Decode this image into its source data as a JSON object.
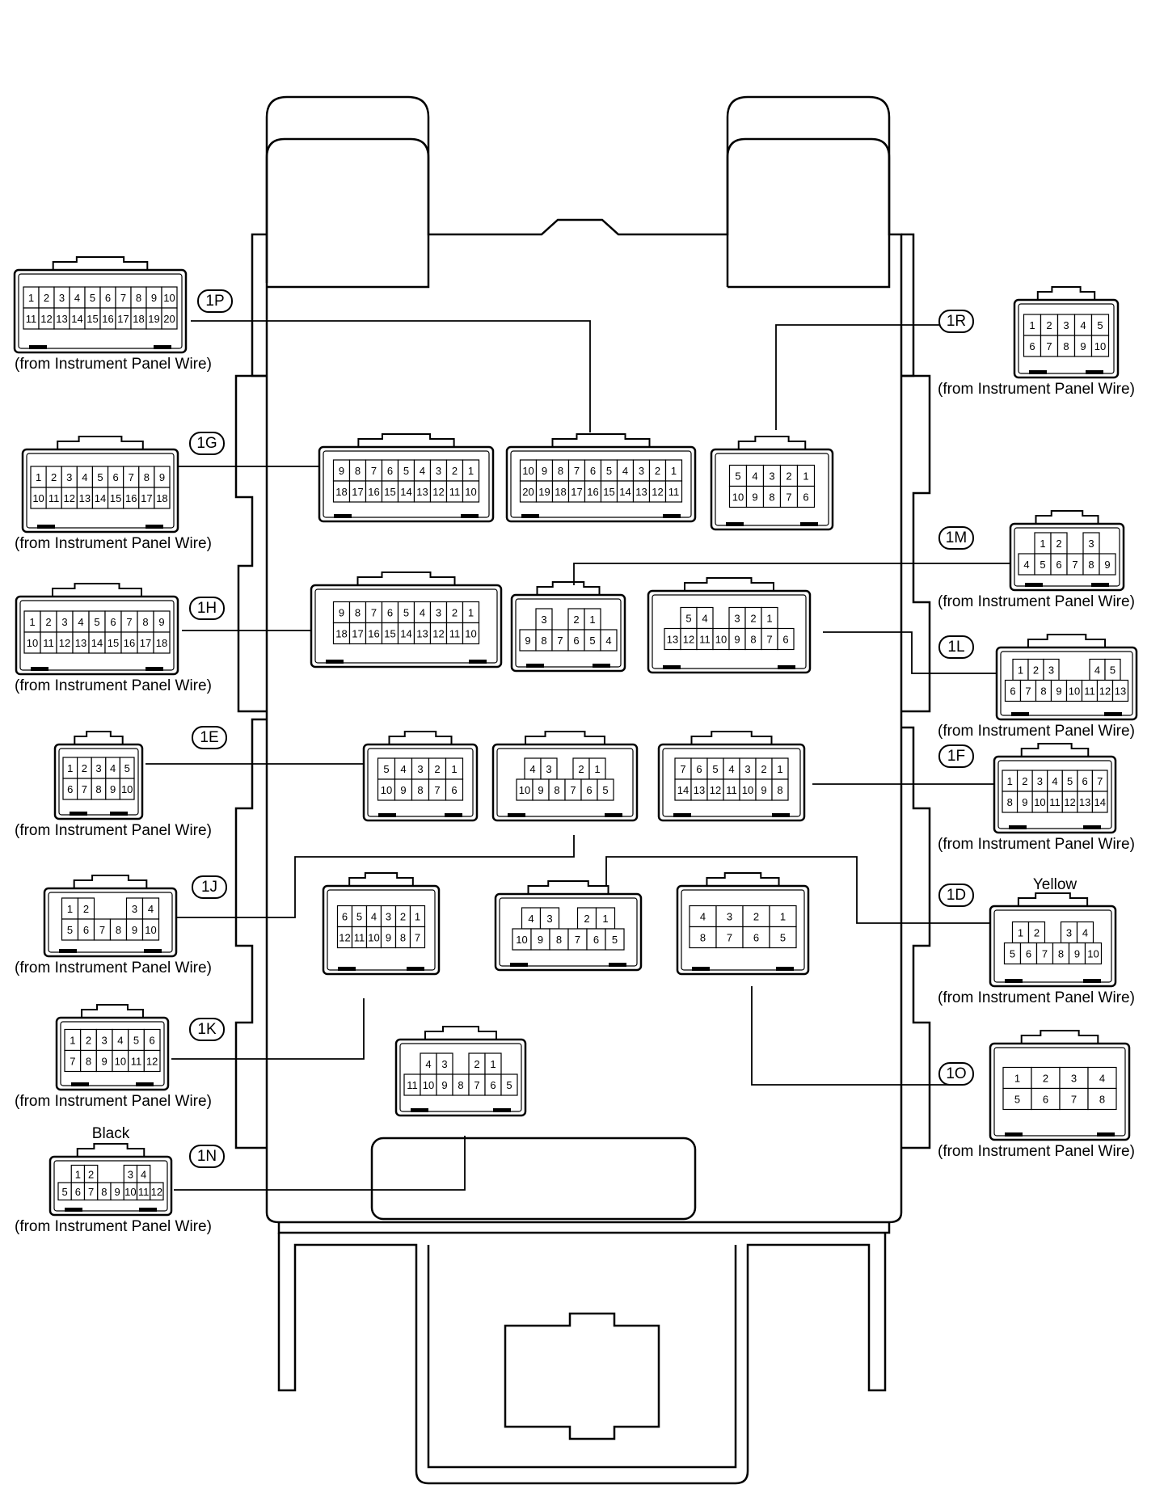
{
  "subtitle": "(from Instrument Panel Wire)",
  "notes": {
    "yellow": "Yellow",
    "black": "Black"
  },
  "tags": {
    "P": "1P",
    "G": "1G",
    "H": "1H",
    "E": "1E",
    "J": "1J",
    "K": "1K",
    "N": "1N",
    "R": "1R",
    "M": "1M",
    "L": "1L",
    "F": "1F",
    "D": "1D",
    "O": "1O"
  },
  "connectors": {
    "P": {
      "rows": [
        [
          "1",
          "2",
          "3",
          "4",
          "5",
          "6",
          "7",
          "8",
          "9",
          "10"
        ],
        [
          "11",
          "12",
          "13",
          "14",
          "15",
          "16",
          "17",
          "18",
          "19",
          "20"
        ]
      ]
    },
    "G": {
      "rows": [
        [
          "1",
          "2",
          "3",
          "4",
          "5",
          "6",
          "7",
          "8",
          "9"
        ],
        [
          "10",
          "11",
          "12",
          "13",
          "14",
          "15",
          "16",
          "17",
          "18"
        ]
      ]
    },
    "H": {
      "rows": [
        [
          "1",
          "2",
          "3",
          "4",
          "5",
          "6",
          "7",
          "8",
          "9"
        ],
        [
          "10",
          "11",
          "12",
          "13",
          "14",
          "15",
          "16",
          "17",
          "18"
        ]
      ]
    },
    "E": {
      "rows": [
        [
          "1",
          "2",
          "3",
          "4",
          "5"
        ],
        [
          "6",
          "7",
          "8",
          "9",
          "10"
        ]
      ]
    },
    "J": {
      "rows": [
        [
          "1",
          "2",
          "",
          "",
          "3",
          "4"
        ],
        [
          "5",
          "6",
          "7",
          "8",
          "9",
          "10"
        ]
      ]
    },
    "K": {
      "rows": [
        [
          "1",
          "2",
          "3",
          "4",
          "5",
          "6"
        ],
        [
          "7",
          "8",
          "9",
          "10",
          "11",
          "12"
        ]
      ]
    },
    "N": {
      "rows": [
        [
          "1",
          "2",
          "",
          "",
          "3",
          "4"
        ],
        [
          "5",
          "6",
          "7",
          "8",
          "9",
          "10",
          "11",
          "12"
        ]
      ]
    },
    "R": {
      "rows": [
        [
          "1",
          "2",
          "3",
          "4",
          "5"
        ],
        [
          "6",
          "7",
          "8",
          "9",
          "10"
        ]
      ]
    },
    "M": {
      "rows": [
        [
          "1",
          "2",
          "",
          "3"
        ],
        [
          "4",
          "5",
          "6",
          "7",
          "8",
          "9"
        ]
      ]
    },
    "L": {
      "rows": [
        [
          "1",
          "2",
          "3",
          "",
          "",
          "4",
          "5"
        ],
        [
          "6",
          "7",
          "8",
          "9",
          "10",
          "11",
          "12",
          "13"
        ]
      ]
    },
    "F": {
      "rows": [
        [
          "1",
          "2",
          "3",
          "4",
          "5",
          "6",
          "7"
        ],
        [
          "8",
          "9",
          "10",
          "11",
          "12",
          "13",
          "14"
        ]
      ]
    },
    "D": {
      "rows": [
        [
          "1",
          "2",
          "",
          "3",
          "4"
        ],
        [
          "5",
          "6",
          "7",
          "8",
          "9",
          "10"
        ]
      ]
    },
    "O": {
      "rows": [
        [
          "1",
          "2",
          "3",
          "4"
        ],
        [
          "5",
          "6",
          "7",
          "8"
        ]
      ]
    }
  },
  "box_connectors": {
    "G1": {
      "rows": [
        [
          "9",
          "8",
          "7",
          "6",
          "5",
          "4",
          "3",
          "2",
          "1"
        ],
        [
          "18",
          "17",
          "16",
          "15",
          "14",
          "13",
          "12",
          "11",
          "10"
        ]
      ]
    },
    "P1": {
      "rows": [
        [
          "10",
          "9",
          "8",
          "7",
          "6",
          "5",
          "4",
          "3",
          "2",
          "1"
        ],
        [
          "20",
          "19",
          "18",
          "17",
          "16",
          "15",
          "14",
          "13",
          "12",
          "11"
        ]
      ]
    },
    "R1": {
      "rows": [
        [
          "5",
          "4",
          "3",
          "2",
          "1"
        ],
        [
          "10",
          "9",
          "8",
          "7",
          "6"
        ]
      ]
    },
    "H1": {
      "rows": [
        [
          "9",
          "8",
          "7",
          "6",
          "5",
          "4",
          "3",
          "2",
          "1"
        ],
        [
          "18",
          "17",
          "16",
          "15",
          "14",
          "13",
          "12",
          "11",
          "10"
        ]
      ]
    },
    "M1": {
      "rows": [
        [
          "3",
          "",
          "2",
          "1"
        ],
        [
          "9",
          "8",
          "7",
          "6",
          "5",
          "4"
        ]
      ]
    },
    "L1": {
      "rows": [
        [
          "5",
          "4",
          "",
          "3",
          "2",
          "1"
        ],
        [
          "13",
          "12",
          "11",
          "10",
          "9",
          "8",
          "7",
          "6"
        ]
      ]
    },
    "E1": {
      "rows": [
        [
          "5",
          "4",
          "3",
          "2",
          "1"
        ],
        [
          "10",
          "9",
          "8",
          "7",
          "6"
        ]
      ]
    },
    "J1": {
      "rows": [
        [
          "4",
          "3",
          "",
          "2",
          "1"
        ],
        [
          "10",
          "9",
          "8",
          "7",
          "6",
          "5"
        ]
      ]
    },
    "F1": {
      "rows": [
        [
          "7",
          "6",
          "5",
          "4",
          "3",
          "2",
          "1"
        ],
        [
          "14",
          "13",
          "12",
          "11",
          "10",
          "9",
          "8"
        ]
      ]
    },
    "K1": {
      "rows": [
        [
          "6",
          "5",
          "4",
          "3",
          "2",
          "1"
        ],
        [
          "12",
          "11",
          "10",
          "9",
          "8",
          "7"
        ]
      ]
    },
    "D1": {
      "rows": [
        [
          "4",
          "3",
          "",
          "2",
          "1"
        ],
        [
          "10",
          "9",
          "8",
          "7",
          "6",
          "5"
        ]
      ]
    },
    "O1": {
      "rows": [
        [
          "4",
          "3",
          "2",
          "1"
        ],
        [
          "8",
          "7",
          "6",
          "5"
        ]
      ]
    },
    "N1": {
      "rows": [
        [
          "4",
          "3",
          "",
          "2",
          "1"
        ],
        [
          "11",
          "10",
          "9",
          "8",
          "7",
          "6",
          "5"
        ]
      ]
    }
  }
}
